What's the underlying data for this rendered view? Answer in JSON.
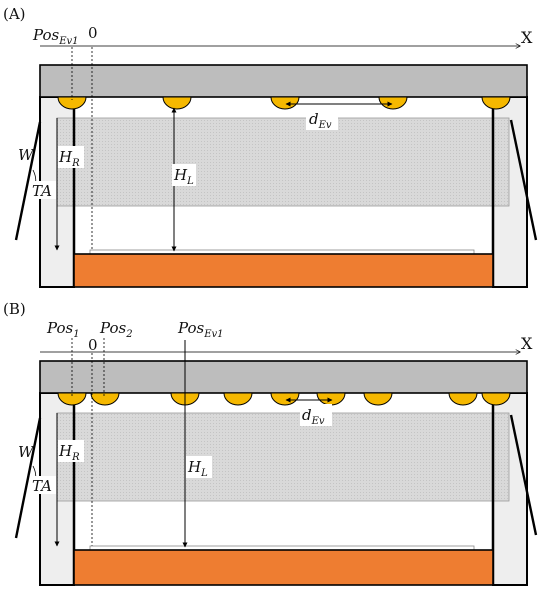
{
  "panels": [
    {
      "id": "A",
      "label": "(A)",
      "axis_label": "X",
      "zero_label": "0",
      "pos_labels": [
        {
          "main": "Pos",
          "sub": "Ev1"
        }
      ],
      "d_label": {
        "main": "d",
        "sub": "Ev"
      },
      "w_label": "W",
      "hr_label": {
        "main": "H",
        "sub": "R"
      },
      "ta_label": "TA",
      "hl_label": {
        "main": "H",
        "sub": "L"
      }
    },
    {
      "id": "B",
      "label": "(B)",
      "axis_label": "X",
      "zero_label": "0",
      "pos_labels": [
        {
          "main": "Pos",
          "sub": "1"
        },
        {
          "main": "Pos",
          "sub": "2"
        },
        {
          "main": "Pos",
          "sub": "Ev1"
        }
      ],
      "d_label": {
        "main": "d",
        "sub": "Ev"
      },
      "w_label": "W",
      "hr_label": {
        "main": "H",
        "sub": "R"
      },
      "ta_label": "TA",
      "hl_label": {
        "main": "H",
        "sub": "L"
      }
    }
  ],
  "colors": {
    "ceiling": "#bdbdbd",
    "sensor": "#f5b800",
    "floor": "#ee7d31",
    "wall": "#eeeeee",
    "band": "#d9d9d9",
    "stroke": "#000000"
  }
}
